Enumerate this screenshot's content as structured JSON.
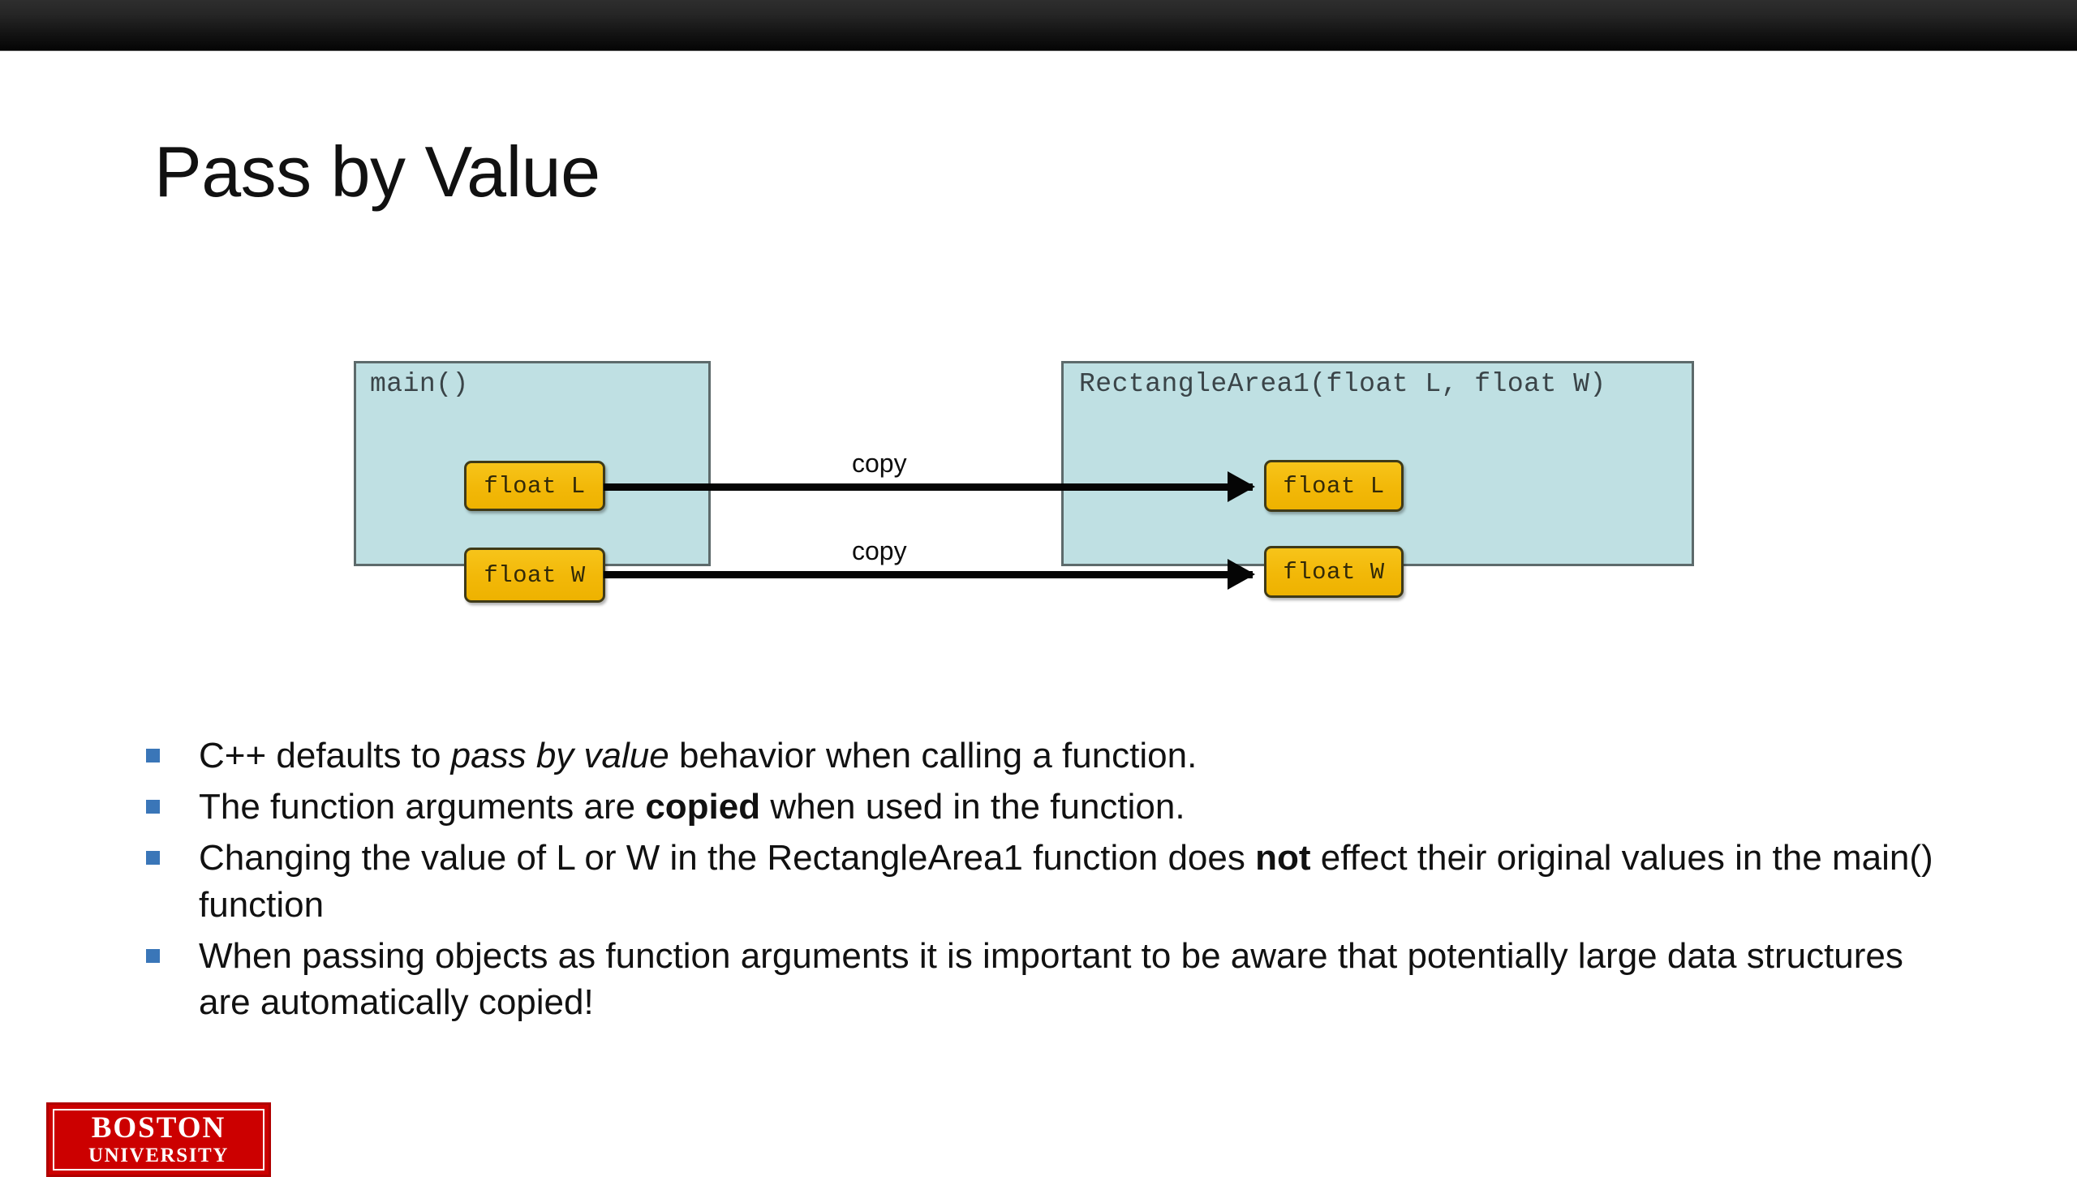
{
  "slide": {
    "title": "Pass by Value",
    "background_color": "#ffffff"
  },
  "viewer": {
    "bar_color": "#111111"
  },
  "diagram": {
    "frame_fill_color": "#bfe0e3",
    "frame_border_color": "#5d6a6b",
    "variable_fill_color": "#f2b808",
    "variable_border_color": "#3f3a18",
    "arrow_color": "#050505",
    "caller": {
      "label": "main()",
      "variables": [
        {
          "name": "float L"
        },
        {
          "name": "float W"
        }
      ]
    },
    "callee": {
      "label": "RectangleArea1(float L, float W)",
      "variables": [
        {
          "name": "float L"
        },
        {
          "name": "float W"
        }
      ]
    },
    "arrows": [
      {
        "label": "copy",
        "from": "float L",
        "to": "float L"
      },
      {
        "label": "copy",
        "from": "float W",
        "to": "float W"
      }
    ]
  },
  "bullets": {
    "marker_color": "#3a76b8",
    "items": [
      {
        "parts": [
          {
            "text": "C++ defaults to ",
            "style": "normal"
          },
          {
            "text": "pass by value",
            "style": "italic"
          },
          {
            "text": " behavior when calling a function.",
            "style": "normal"
          }
        ]
      },
      {
        "parts": [
          {
            "text": "The function arguments are ",
            "style": "normal"
          },
          {
            "text": "copied",
            "style": "bold"
          },
          {
            "text": " when used in the function.",
            "style": "normal"
          }
        ]
      },
      {
        "parts": [
          {
            "text": "Changing the value of L or W in the RectangleArea1 function does ",
            "style": "normal"
          },
          {
            "text": "not",
            "style": "bold"
          },
          {
            "text": " effect their original values in the main() function",
            "style": "normal"
          }
        ]
      },
      {
        "parts": [
          {
            "text": "When passing objects as function arguments it is important to be aware that potentially large data structures are automatically copied!",
            "style": "normal"
          }
        ]
      }
    ]
  },
  "logo": {
    "line1": "BOSTON",
    "line2": "UNIVERSITY",
    "background_color": "#cc0000",
    "text_color": "#ffffff"
  }
}
